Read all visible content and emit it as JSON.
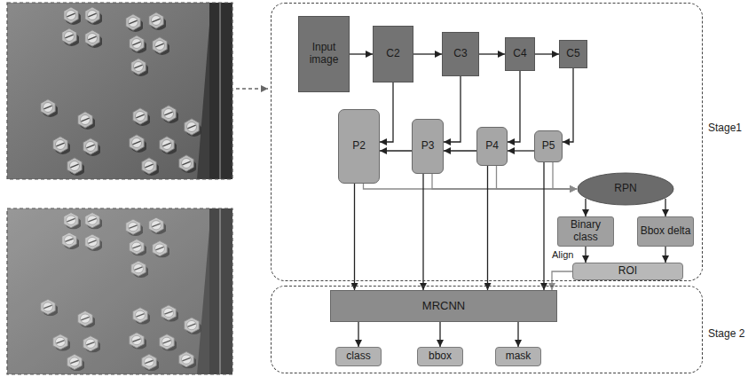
{
  "diagram": {
    "nodes": [
      {
        "text": [
          "Stage1"
        ]
      },
      {
        "text": [
          "Input image"
        ],
        "in": 0
      },
      {
        "text": [
          "C2"
        ],
        "in": 0
      },
      {
        "text": [
          "C3"
        ],
        "in": 0
      },
      {
        "text": [
          "C4"
        ],
        "in": 0
      },
      {
        "text": [
          "C5"
        ],
        "in": 0
      },
      {
        "text": [
          "P2"
        ],
        "in": 0
      },
      {
        "text": [
          "P3"
        ],
        "in": 0
      },
      {
        "text": [
          "P4"
        ],
        "in": 0
      },
      {
        "text": [
          "P5"
        ],
        "in": 0
      },
      {
        "text": [
          "RPN"
        ],
        "in": 0
      },
      {
        "text": [
          "Binary class"
        ],
        "in": 0
      },
      {
        "text": [
          "Bbox delta"
        ],
        "in": 0
      },
      {
        "text": [
          "ROI"
        ],
        "in": 0
      },
      {
        "text": [
          "Stage 2"
        ]
      },
      {
        "text": [
          "MRCNN"
        ],
        "in": 14
      },
      {
        "text": [
          "class"
        ],
        "in": 14
      },
      {
        "text": [
          "bbox"
        ],
        "in": 14
      },
      {
        "text": [
          "mask"
        ],
        "in": 14
      }
    ],
    "edges": [
      {
        "from": 1,
        "to": 2,
        "arrow": "to"
      },
      {
        "from": 2,
        "to": 3,
        "arrow": "to"
      },
      {
        "from": 3,
        "to": 4,
        "arrow": "to"
      },
      {
        "from": 4,
        "to": 5,
        "arrow": "to"
      },
      {
        "from": 2,
        "to": 6,
        "arrow": "to"
      },
      {
        "from": 3,
        "to": 7,
        "arrow": "to"
      },
      {
        "from": 4,
        "to": 8,
        "arrow": "to"
      },
      {
        "from": 5,
        "to": 9,
        "arrow": "to"
      },
      {
        "from": 9,
        "to": 8,
        "arrow": "to"
      },
      {
        "from": 8,
        "to": 7,
        "arrow": "to"
      },
      {
        "from": 7,
        "to": 6,
        "arrow": "to"
      },
      {
        "from": 6,
        "to": 10,
        "arrow": "to"
      },
      {
        "from": 7,
        "to": 10,
        "arrow": "to"
      },
      {
        "from": 8,
        "to": 10,
        "arrow": "to"
      },
      {
        "from": 9,
        "to": 10,
        "arrow": "to"
      },
      {
        "from": 10,
        "to": 11,
        "arrow": "to"
      },
      {
        "from": 10,
        "to": 12,
        "arrow": "to"
      },
      {
        "from": 11,
        "to": 13,
        "arrow": "to"
      },
      {
        "from": 12,
        "to": 13,
        "arrow": "to"
      },
      {
        "from": 13,
        "to": 15,
        "arrow": "to"
      },
      {
        "from": 6,
        "to": 15,
        "arrow": "to"
      },
      {
        "from": 7,
        "to": 15,
        "arrow": "to"
      },
      {
        "from": 8,
        "to": 15,
        "arrow": "to"
      },
      {
        "from": 9,
        "to": 15,
        "arrow": "to"
      },
      {
        "from": 15,
        "to": 16,
        "arrow": "to"
      },
      {
        "from": 15,
        "to": 17,
        "arrow": "to"
      },
      {
        "from": 15,
        "to": 18,
        "arrow": "to"
      }
    ],
    "labels": [
      "Align"
    ]
  }
}
